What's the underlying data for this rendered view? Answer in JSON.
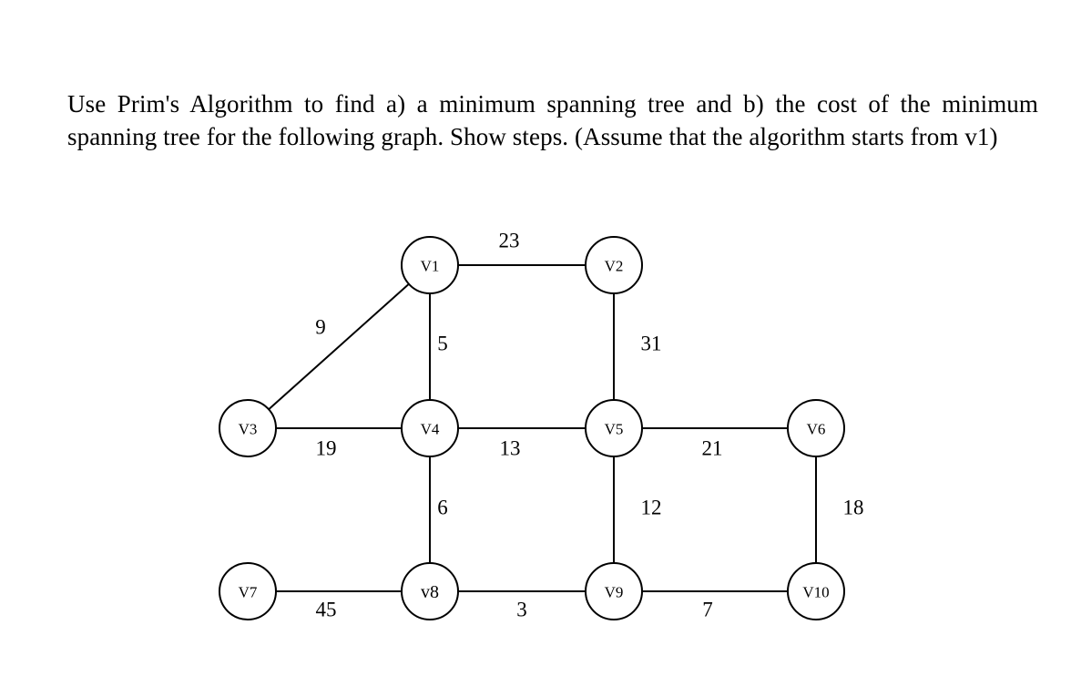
{
  "question": {
    "line1": "Use Prim's Algorithm to find a) a minimum spanning tree and b) the cost of the minimum",
    "line2": "spanning tree for the following graph.  Show steps. (Assume that the algorithm starts from v1)"
  },
  "graph": {
    "nodes": [
      {
        "id": "v1",
        "label": "V1"
      },
      {
        "id": "v2",
        "label": "V2"
      },
      {
        "id": "v3",
        "label": "V3"
      },
      {
        "id": "v4",
        "label": "V4"
      },
      {
        "id": "v5",
        "label": "V5"
      },
      {
        "id": "v6",
        "label": "V6"
      },
      {
        "id": "v7",
        "label": "V7"
      },
      {
        "id": "v8",
        "label": "v8"
      },
      {
        "id": "v9",
        "label": "V9"
      },
      {
        "id": "v10",
        "label": "V10"
      }
    ],
    "edges": [
      {
        "from": "v1",
        "to": "v2",
        "weight": "23"
      },
      {
        "from": "v1",
        "to": "v3",
        "weight": "9"
      },
      {
        "from": "v1",
        "to": "v4",
        "weight": "5"
      },
      {
        "from": "v2",
        "to": "v5",
        "weight": "31"
      },
      {
        "from": "v3",
        "to": "v4",
        "weight": "19"
      },
      {
        "from": "v4",
        "to": "v5",
        "weight": "13"
      },
      {
        "from": "v5",
        "to": "v6",
        "weight": "21"
      },
      {
        "from": "v4",
        "to": "v8",
        "weight": "6"
      },
      {
        "from": "v5",
        "to": "v9",
        "weight": "12"
      },
      {
        "from": "v6",
        "to": "v10",
        "weight": "18"
      },
      {
        "from": "v7",
        "to": "v8",
        "weight": "45"
      },
      {
        "from": "v8",
        "to": "v9",
        "weight": "3"
      },
      {
        "from": "v9",
        "to": "v10",
        "weight": "7"
      }
    ]
  }
}
